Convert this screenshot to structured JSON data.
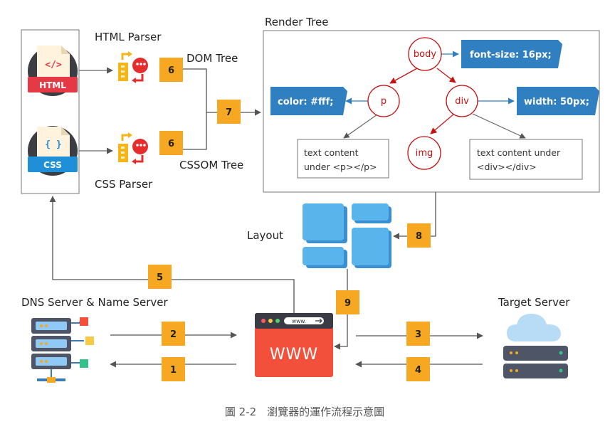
{
  "parsers": {
    "html_parser": "HTML Parser",
    "css_parser": "CSS Parser",
    "html_badge": "HTML",
    "css_badge": "CSS",
    "html_symbol": "</>",
    "css_symbol": "{ }"
  },
  "trees": {
    "dom_tree": "DOM Tree",
    "cssom_tree": "CSSOM Tree",
    "render_tree": "Render Tree"
  },
  "render_nodes": {
    "body": "body",
    "p": "p",
    "div": "div",
    "img": "img"
  },
  "style_props": {
    "body": "font-size: 16px;",
    "p": "color: #fff;",
    "div": "width: 50px;"
  },
  "text_boxes": {
    "p_line1": "text content",
    "p_line2": "under <p></p>",
    "div_line1": "text content under",
    "div_line2": "<div></div>"
  },
  "layout_label": "Layout",
  "servers": {
    "dns": "DNS Server & Name Server",
    "target": "Target Server"
  },
  "browser": {
    "url_text": "www.",
    "www_text": "WWW"
  },
  "steps": {
    "s1": "1",
    "s2": "2",
    "s3": "3",
    "s4": "4",
    "s5": "5",
    "s6a": "6",
    "s6b": "6",
    "s7": "7",
    "s8": "8",
    "s9": "9"
  },
  "caption": "圖 2-2　瀏覽器的運作流程示意圖",
  "colors": {
    "step_box": "#f7a823",
    "node_red": "#c81010",
    "prop_blue": "#2f7fc1",
    "layout_blue": "#5ab4ec",
    "browser_red": "#f3503c",
    "css_blue": "#1f8fd8",
    "html_red": "#e53946"
  }
}
